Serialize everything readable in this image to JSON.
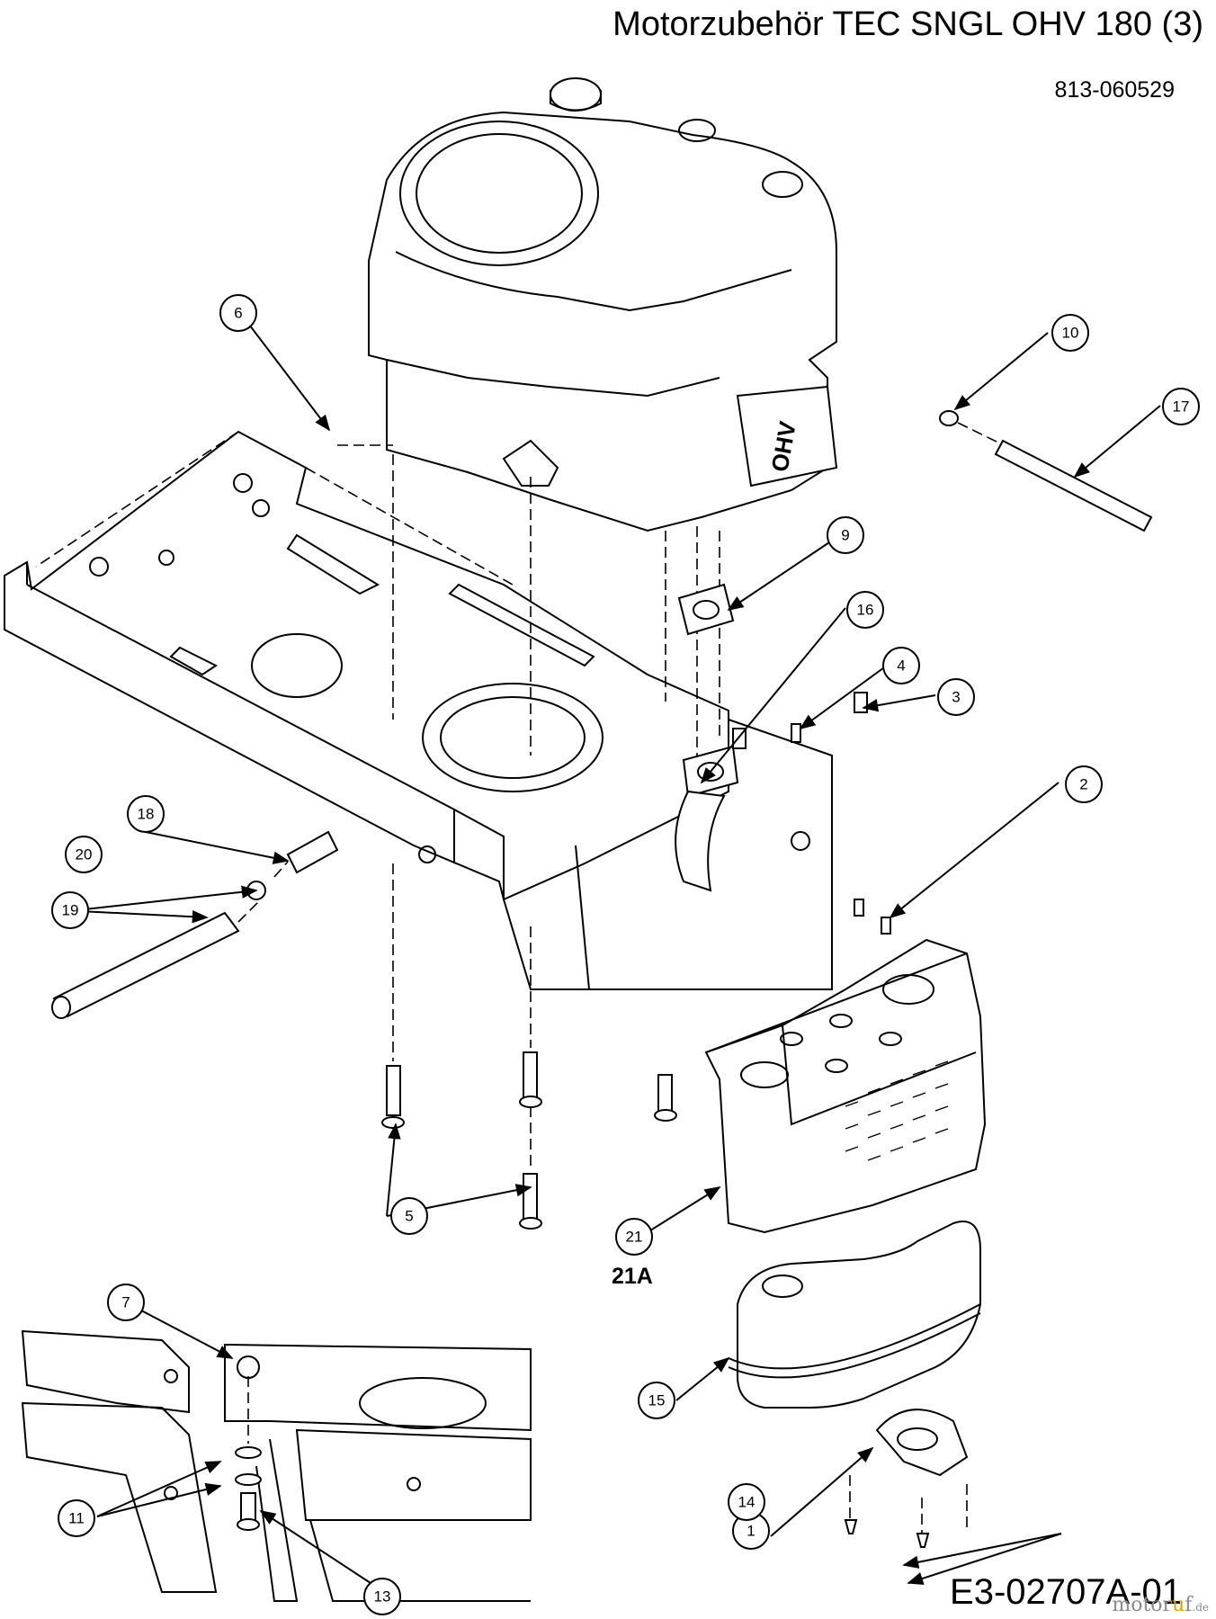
{
  "header": {
    "title": "Motorzubehör TEC SNGL OHV 180 (3)",
    "part_number": "813-060529"
  },
  "footer": {
    "diagram_number": "E3-02707A-01",
    "watermark_left": "motor",
    "watermark_dot": "u",
    "watermark_right": "f",
    "watermark_tld": ".de"
  },
  "engine_badge": "OHV",
  "sublabel_21a": "21A",
  "callouts": [
    {
      "id": "1",
      "label": "1"
    },
    {
      "id": "2",
      "label": "2"
    },
    {
      "id": "3",
      "label": "3"
    },
    {
      "id": "4",
      "label": "4"
    },
    {
      "id": "5",
      "label": "5"
    },
    {
      "id": "6",
      "label": "6"
    },
    {
      "id": "7",
      "label": "7"
    },
    {
      "id": "9",
      "label": "9"
    },
    {
      "id": "10",
      "label": "10"
    },
    {
      "id": "11",
      "label": "11"
    },
    {
      "id": "13",
      "label": "13"
    },
    {
      "id": "14",
      "label": "14"
    },
    {
      "id": "15",
      "label": "15"
    },
    {
      "id": "16",
      "label": "16"
    },
    {
      "id": "17",
      "label": "17"
    },
    {
      "id": "18",
      "label": "18"
    },
    {
      "id": "19",
      "label": "19"
    },
    {
      "id": "20",
      "label": "20"
    },
    {
      "id": "21",
      "label": "21"
    }
  ]
}
